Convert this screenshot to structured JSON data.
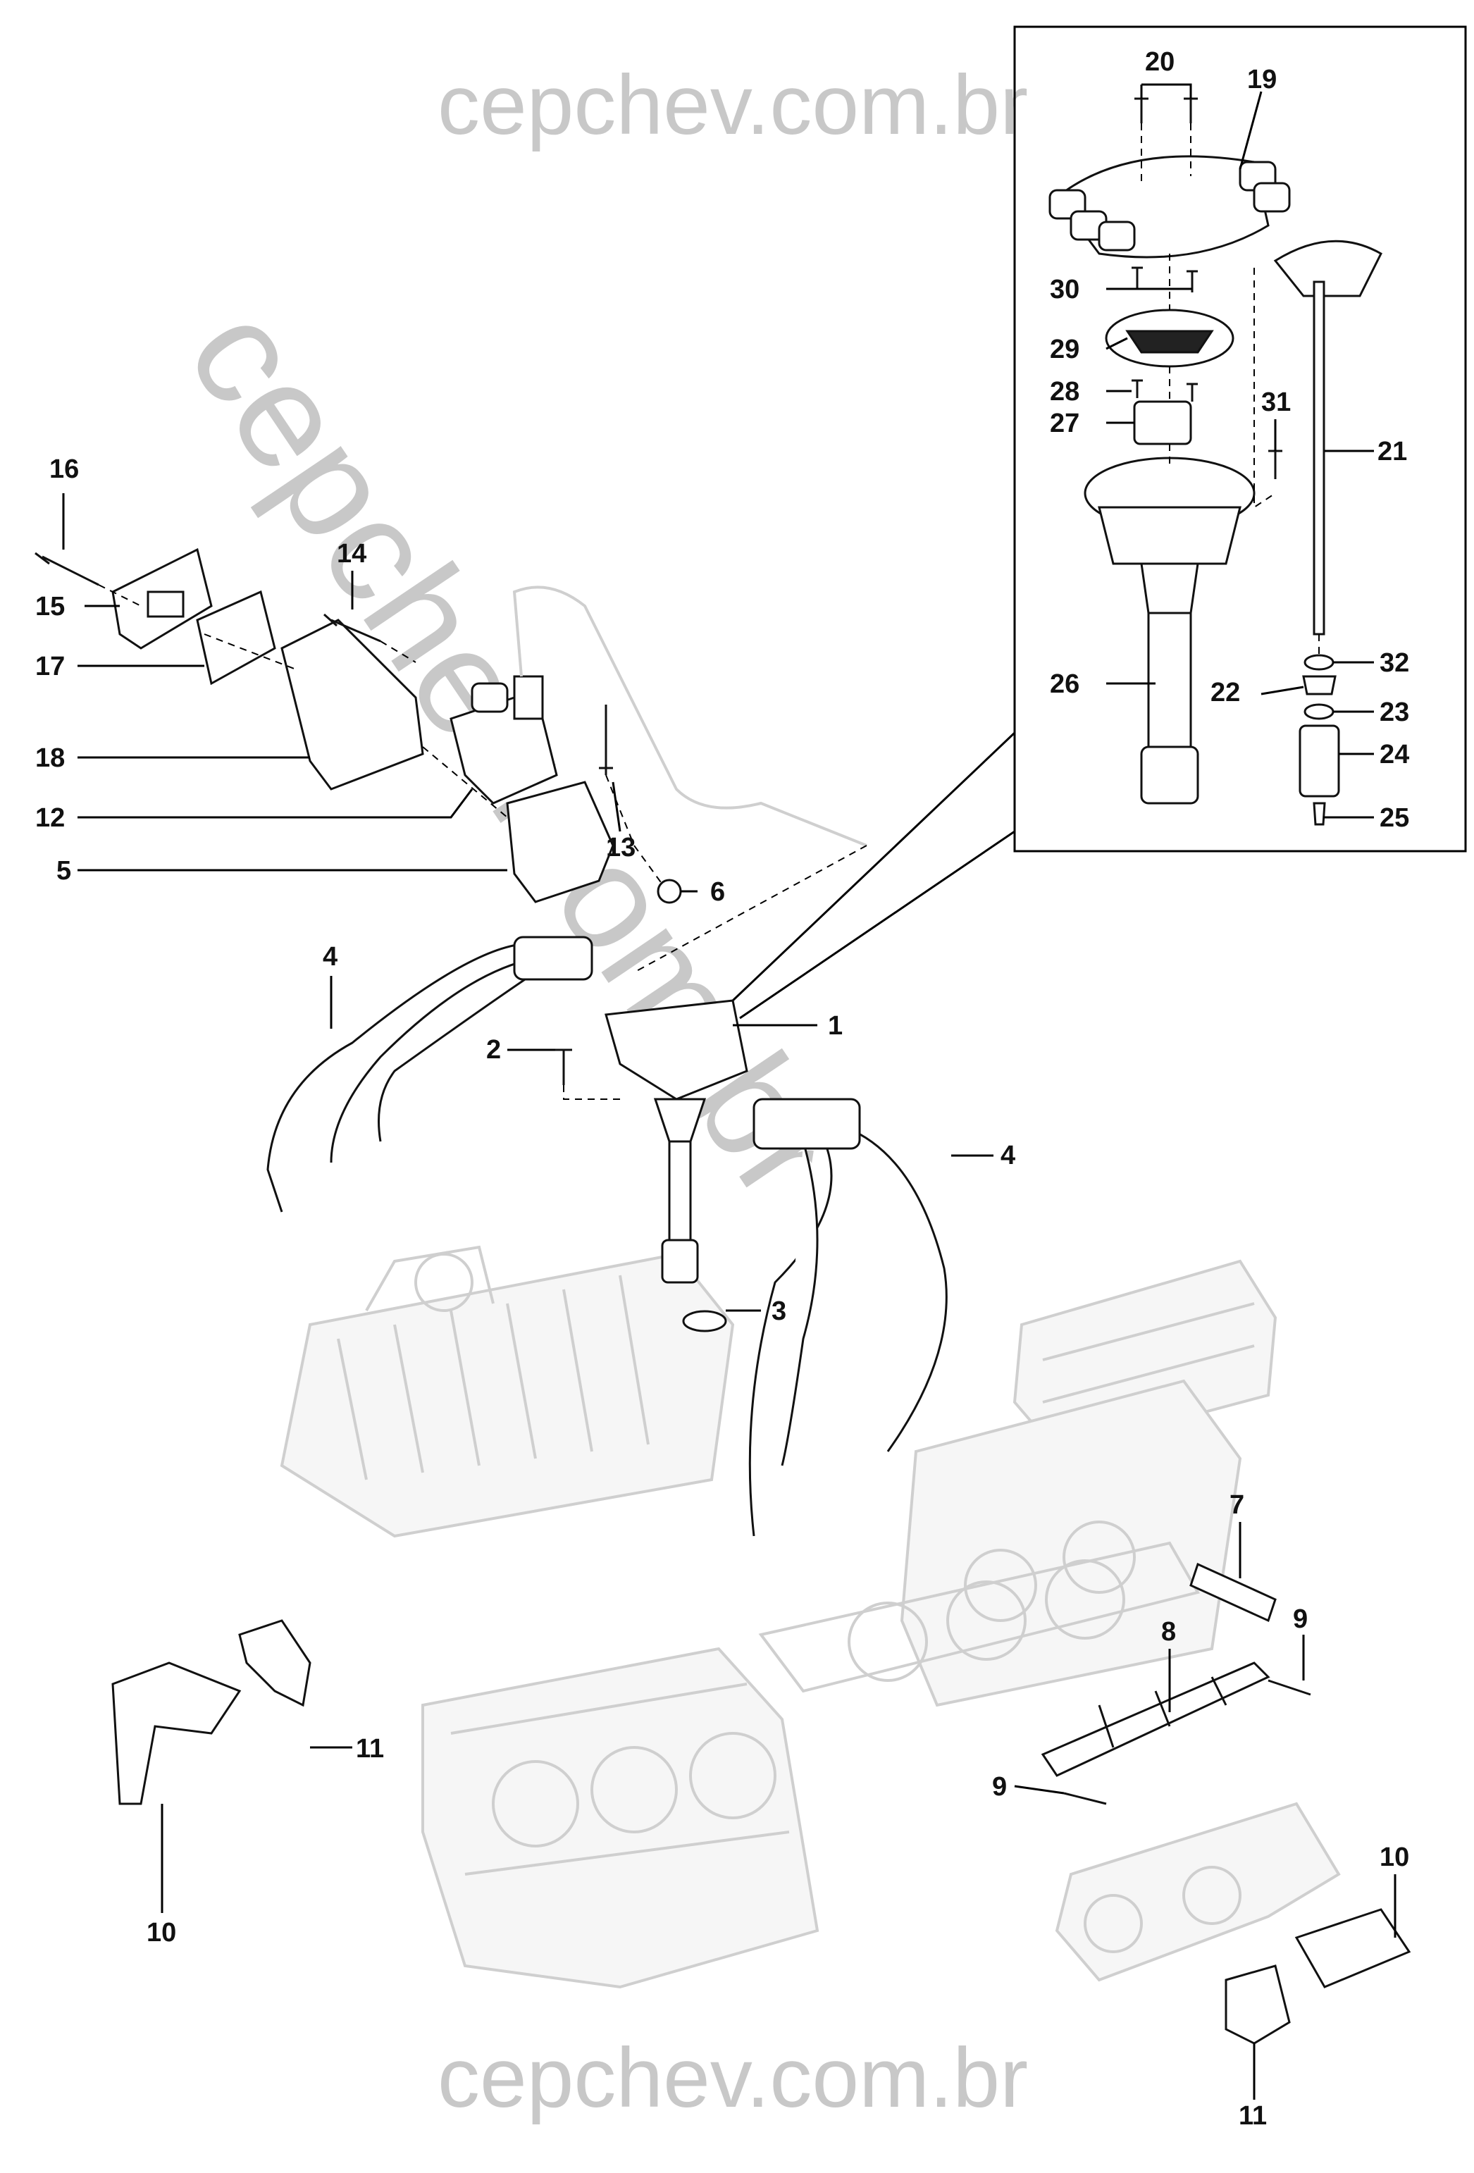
{
  "watermark": {
    "top": "cepchev.com.br",
    "bottom": "cepchev.com.br",
    "diagonal": "cepchev.com.br"
  },
  "callouts": [
    {
      "id": "c1",
      "text": "1"
    },
    {
      "id": "c2",
      "text": "2"
    },
    {
      "id": "c3",
      "text": "3"
    },
    {
      "id": "c4a",
      "text": "4"
    },
    {
      "id": "c4b",
      "text": "4"
    },
    {
      "id": "c5",
      "text": "5"
    },
    {
      "id": "c6",
      "text": "6"
    },
    {
      "id": "c7",
      "text": "7"
    },
    {
      "id": "c8",
      "text": "8"
    },
    {
      "id": "c9a",
      "text": "9"
    },
    {
      "id": "c9b",
      "text": "9"
    },
    {
      "id": "c10a",
      "text": "10"
    },
    {
      "id": "c10b",
      "text": "10"
    },
    {
      "id": "c11a",
      "text": "11"
    },
    {
      "id": "c11b",
      "text": "11"
    },
    {
      "id": "c12",
      "text": "12"
    },
    {
      "id": "c13",
      "text": "13"
    },
    {
      "id": "c14",
      "text": "14"
    },
    {
      "id": "c15",
      "text": "15"
    },
    {
      "id": "c16",
      "text": "16"
    },
    {
      "id": "c17",
      "text": "17"
    },
    {
      "id": "c18",
      "text": "18"
    },
    {
      "id": "c19",
      "text": "19"
    },
    {
      "id": "c20",
      "text": "20"
    },
    {
      "id": "c21",
      "text": "21"
    },
    {
      "id": "c22",
      "text": "22"
    },
    {
      "id": "c23",
      "text": "23"
    },
    {
      "id": "c24",
      "text": "24"
    },
    {
      "id": "c25",
      "text": "25"
    },
    {
      "id": "c26",
      "text": "26"
    },
    {
      "id": "c27",
      "text": "27"
    },
    {
      "id": "c28",
      "text": "28"
    },
    {
      "id": "c29",
      "text": "29"
    },
    {
      "id": "c30",
      "text": "30"
    },
    {
      "id": "c31",
      "text": "31"
    },
    {
      "id": "c32",
      "text": "32"
    }
  ]
}
